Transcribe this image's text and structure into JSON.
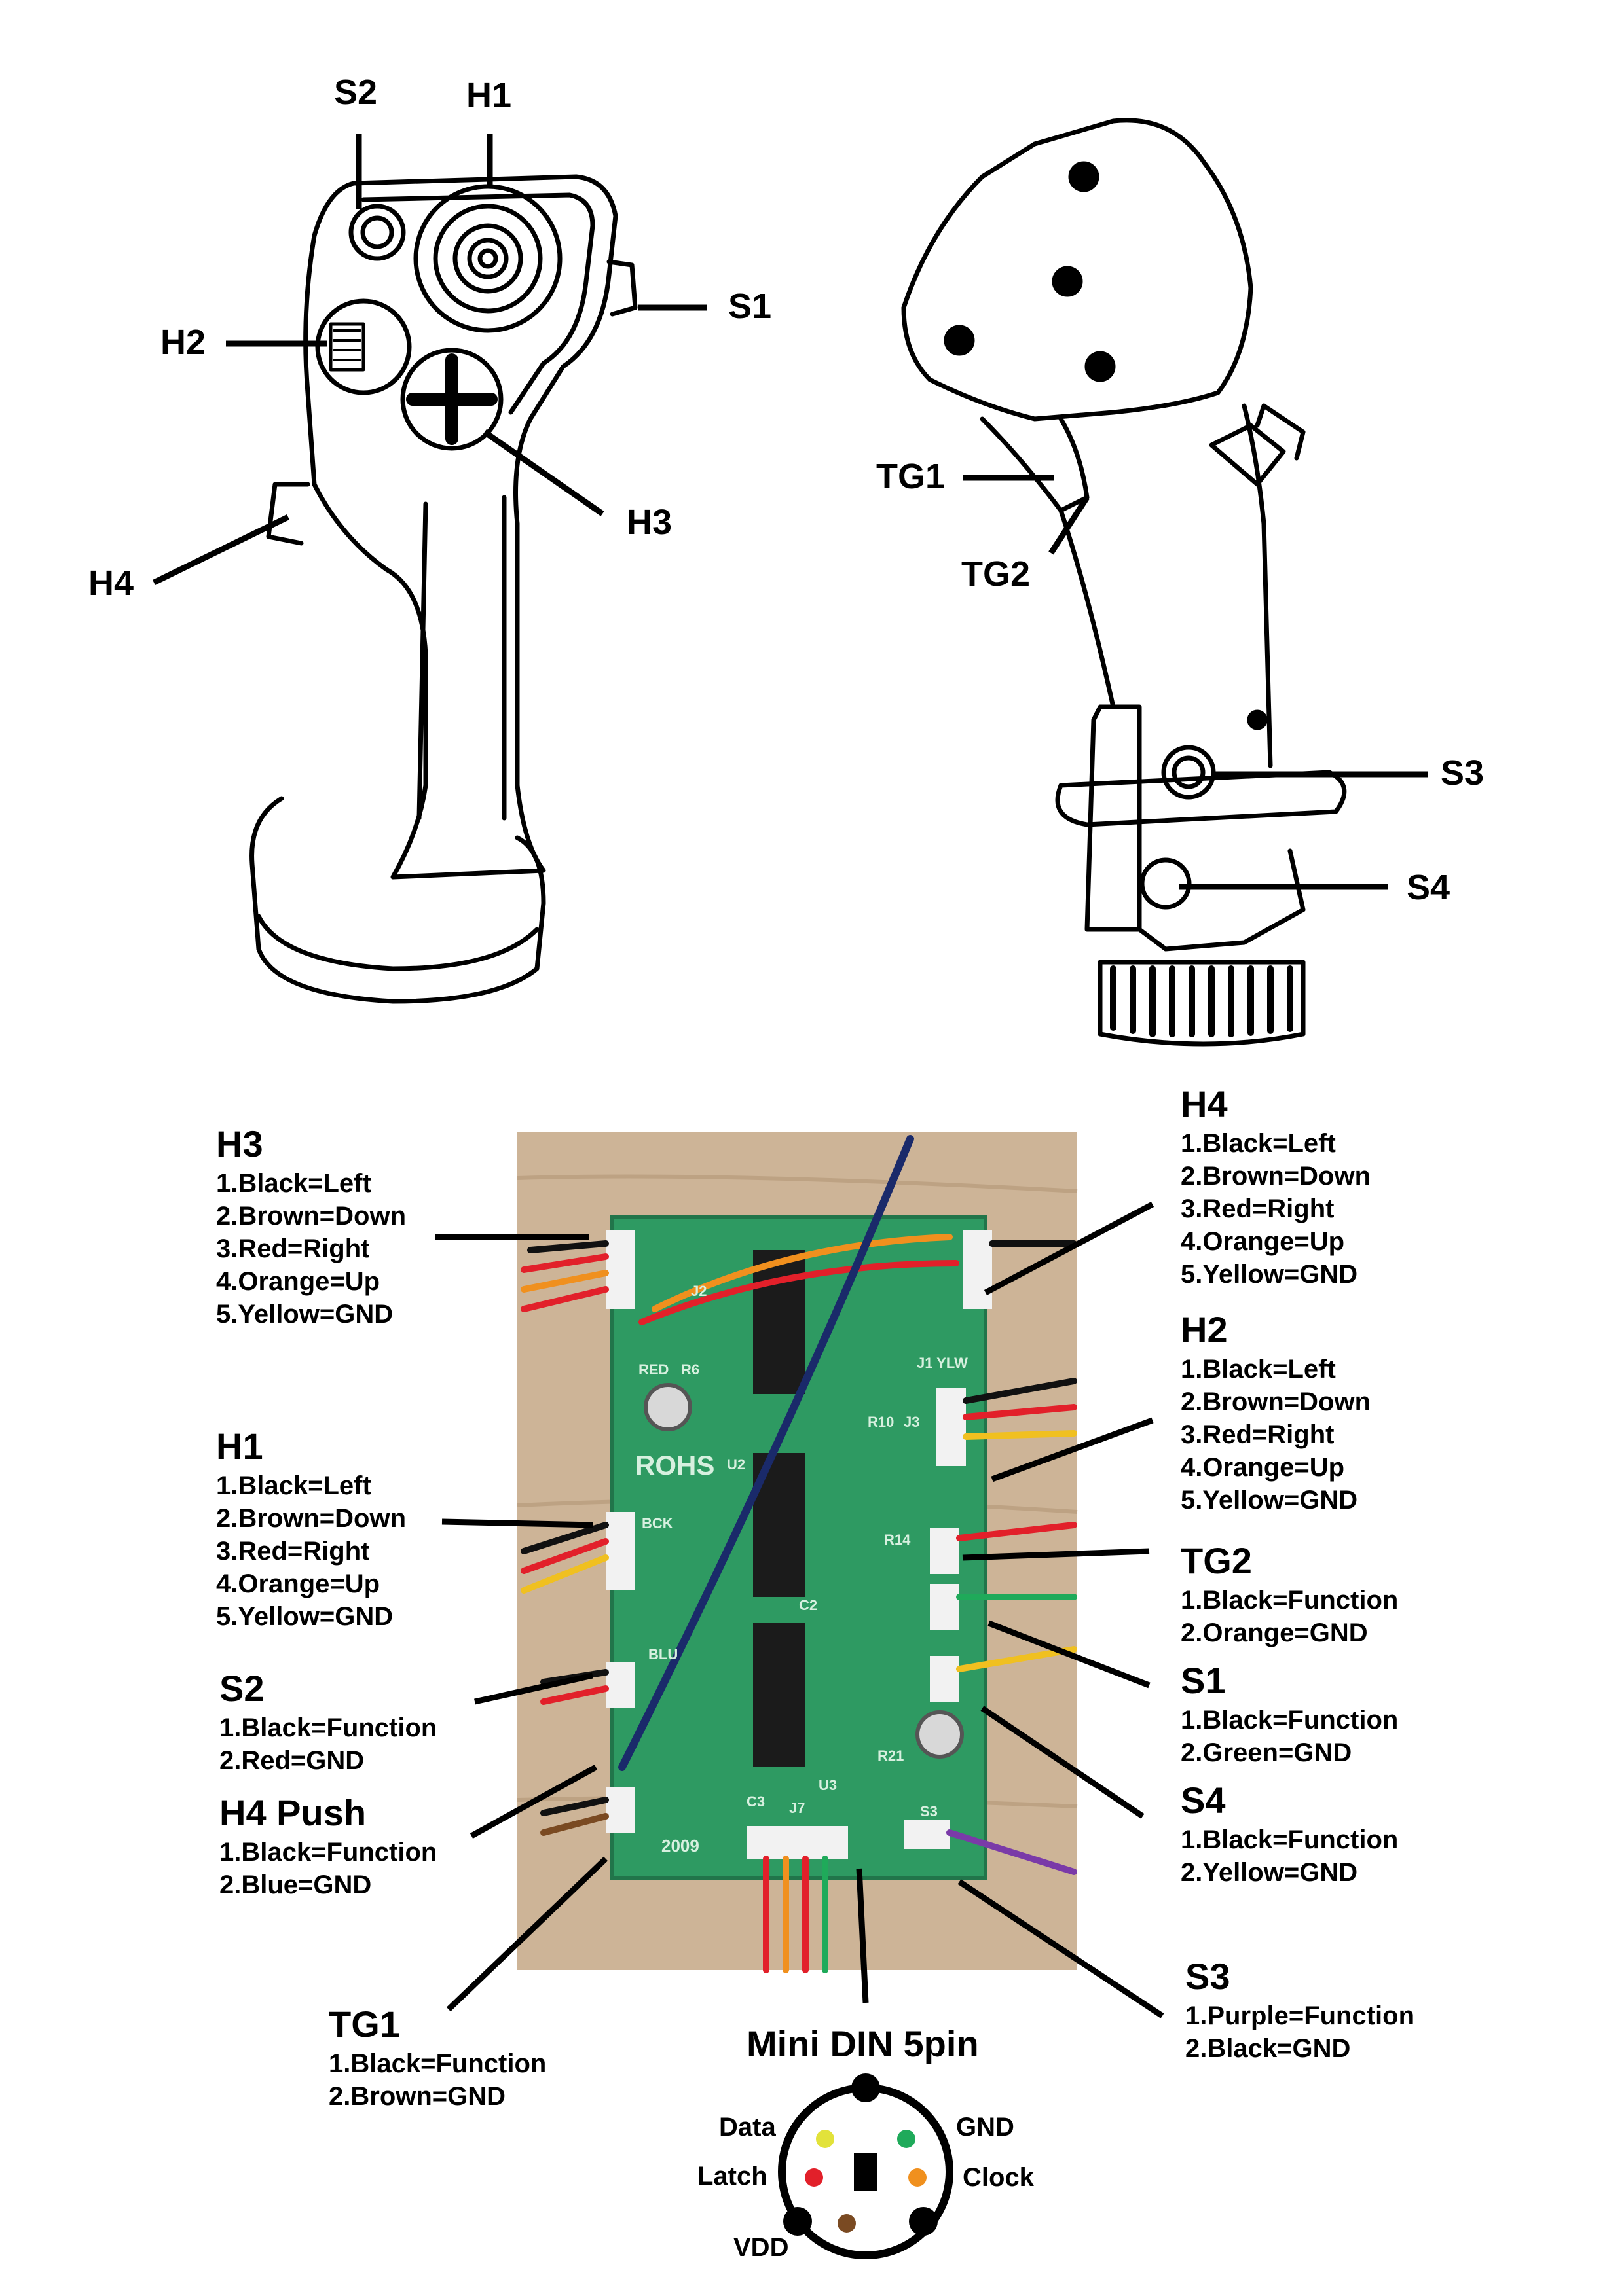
{
  "top_left_labels": {
    "s2": "S2",
    "h1": "H1",
    "s1": "S1",
    "h2": "H2",
    "h3": "H3",
    "h4": "H4"
  },
  "top_right_labels": {
    "tg1": "TG1",
    "tg2": "TG2",
    "s3": "S3",
    "s4": "S4"
  },
  "connectors": {
    "h3": {
      "title": "H3",
      "lines": [
        "1.Black=Left",
        "2.Brown=Down",
        "3.Red=Right",
        "4.Orange=Up",
        "5.Yellow=GND"
      ]
    },
    "h1": {
      "title": "H1",
      "lines": [
        "1.Black=Left",
        "2.Brown=Down",
        "3.Red=Right",
        "4.Orange=Up",
        "5.Yellow=GND"
      ]
    },
    "s2": {
      "title": "S2",
      "lines": [
        "1.Black=Function",
        "2.Red=GND"
      ]
    },
    "h4push": {
      "title": "H4 Push",
      "lines": [
        "1.Black=Function",
        "2.Blue=GND"
      ]
    },
    "tg1": {
      "title": "TG1",
      "lines": [
        "1.Black=Function",
        "2.Brown=GND"
      ]
    },
    "h4": {
      "title": "H4",
      "lines": [
        "1.Black=Left",
        "2.Brown=Down",
        "3.Red=Right",
        "4.Orange=Up",
        "5.Yellow=GND"
      ]
    },
    "h2": {
      "title": "H2",
      "lines": [
        "1.Black=Left",
        "2.Brown=Down",
        "3.Red=Right",
        "4.Orange=Up",
        "5.Yellow=GND"
      ]
    },
    "tg2": {
      "title": "TG2",
      "lines": [
        "1.Black=Function",
        "2.Orange=GND"
      ]
    },
    "s1": {
      "title": "S1",
      "lines": [
        "1.Black=Function",
        "2.Green=GND"
      ]
    },
    "s4": {
      "title": "S4",
      "lines": [
        "1.Black=Function",
        "2.Yellow=GND"
      ]
    },
    "s3": {
      "title": "S3",
      "lines": [
        "1.Purple=Function",
        "2.Black=GND"
      ]
    }
  },
  "board_silkscreen": {
    "brand": "ROHS",
    "year": "2009",
    "refs": [
      "J2",
      "J1 YLW",
      "RED",
      "R6",
      "BCK",
      "BLU",
      "J3",
      "J7",
      "U2",
      "U3",
      "R10",
      "R14",
      "R21",
      "C2",
      "C3",
      "S3"
    ]
  },
  "din": {
    "title": "Mini DIN 5pin",
    "pins": {
      "data": {
        "label": "Data",
        "color": "#e2e23a"
      },
      "gnd": {
        "label": "GND",
        "color": "#1faa5a"
      },
      "latch": {
        "label": "Latch",
        "color": "#e2202a"
      },
      "clock": {
        "label": "Clock",
        "color": "#f0901e"
      },
      "vdd": {
        "label": "VDD",
        "color": "#7a4a22"
      }
    }
  }
}
